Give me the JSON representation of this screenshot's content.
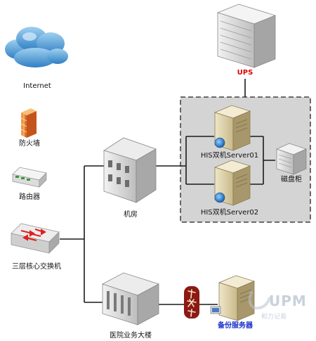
{
  "labels": {
    "internet": "Internet",
    "firewall": "防火墙",
    "router": "路由器",
    "core_switch": "三层核心交换机",
    "machine_room": "机房",
    "hospital_building": "医院业务大楼",
    "ups": "UPS",
    "server01": "HIS双机Server01",
    "server02": "HIS双机Server02",
    "disk_cabinet": "磁盘柜",
    "backup_server": "备份服务器"
  },
  "watermark": {
    "logo": "UPM",
    "subtitle": "和力记易"
  },
  "colors": {
    "line": "#1a1a1a",
    "dashed_box_fill": "#d4d4d4",
    "ups_text": "#e00000",
    "backup_text": "#1830c8"
  }
}
